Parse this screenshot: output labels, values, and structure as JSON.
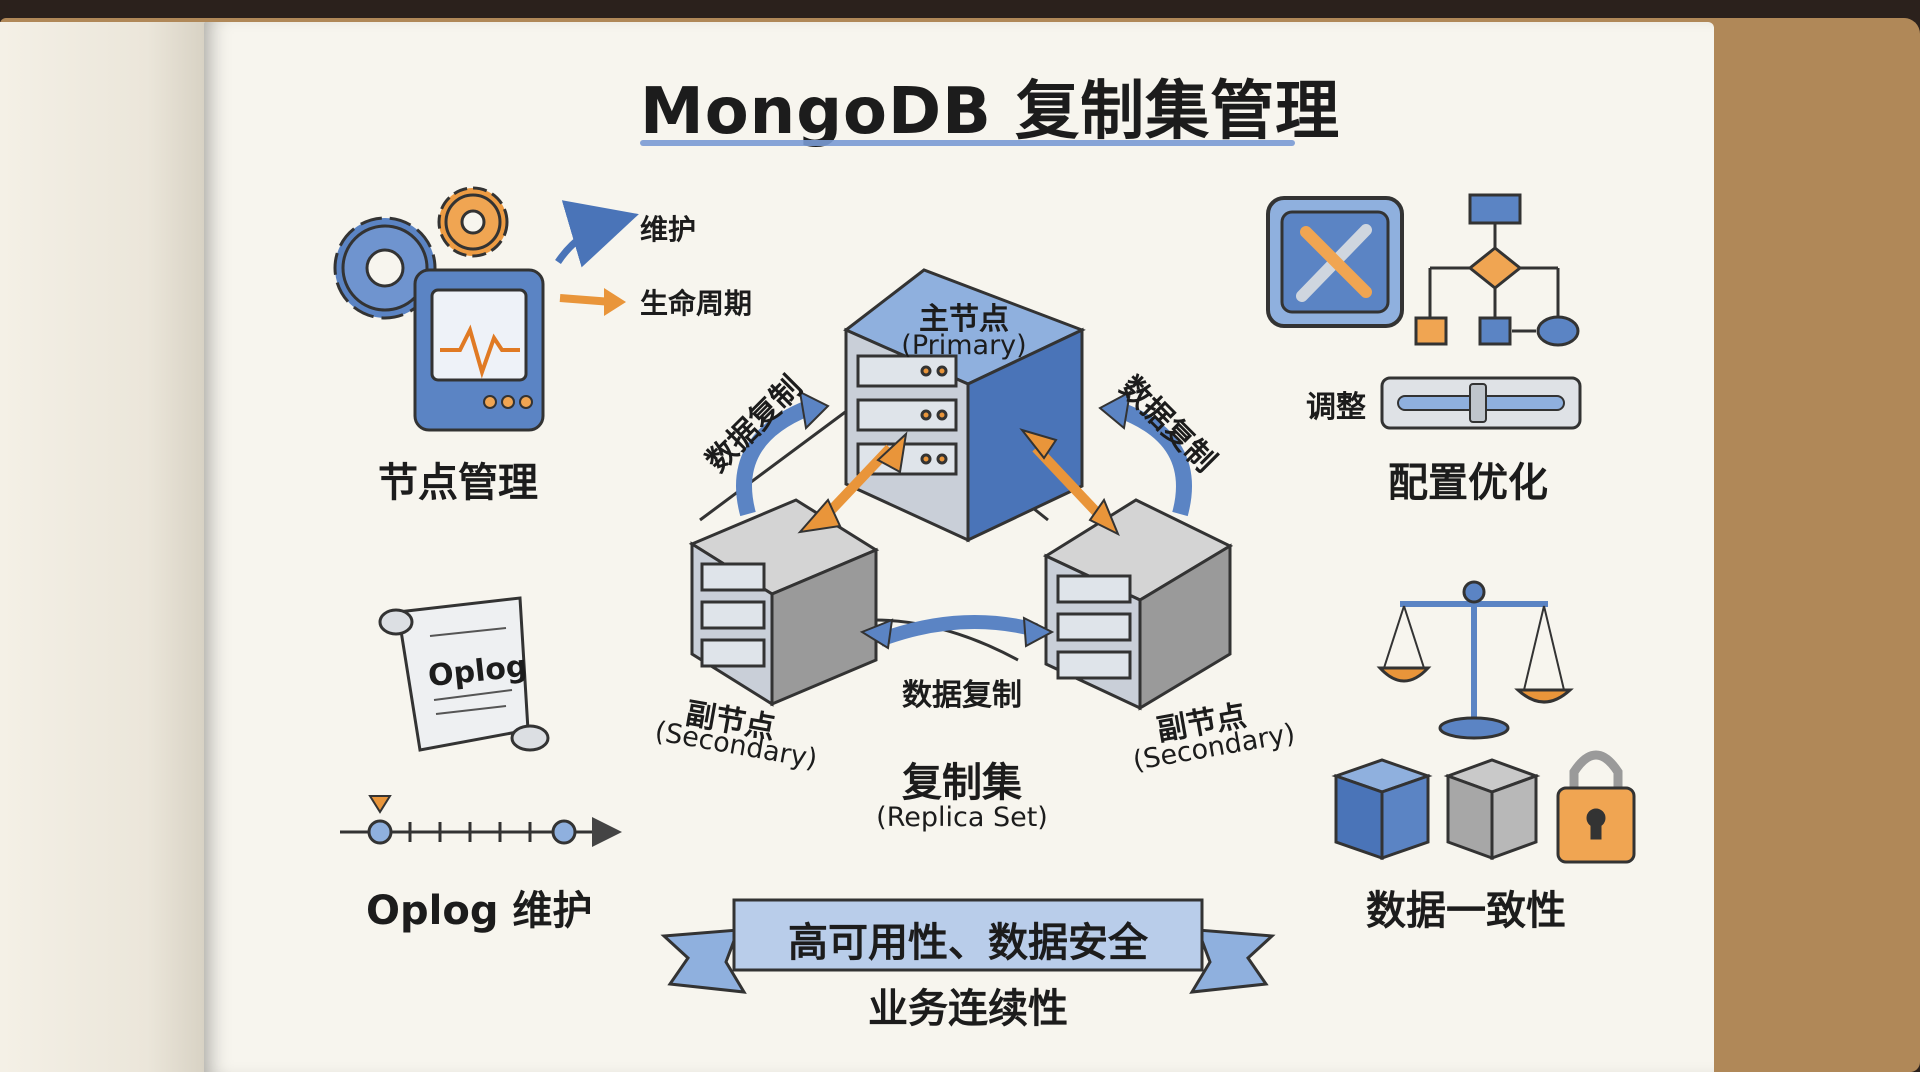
{
  "title": "MongoDB 复制集管理",
  "sections": {
    "node_management": {
      "label": "节点管理",
      "items": [
        "维护",
        "生命周期"
      ]
    },
    "config_optimization": {
      "label": "配置优化",
      "tune_label": "调整"
    },
    "oplog": {
      "scroll_text": "Oplog",
      "label": "Oplog 维护"
    },
    "consistency": {
      "label": "数据一致性"
    }
  },
  "replica_set": {
    "primary": {
      "label": "主节点",
      "sublabel": "(Primary)"
    },
    "secondary_left": {
      "label": "副节点",
      "sublabel": "(Secondary)"
    },
    "secondary_right": {
      "label": "副节点",
      "sublabel": "(Secondary)"
    },
    "replication_labels": [
      "数据复制",
      "数据复制",
      "数据复制"
    ],
    "label": "复制集",
    "sublabel": "(Replica Set)"
  },
  "banner": {
    "line1": "高可用性、数据安全",
    "line2": "业务连续性"
  },
  "colors": {
    "blue": "#4a74b8",
    "light_blue": "#8fb0de",
    "orange": "#e9953a",
    "gray": "#9a9a9a",
    "ink": "#1c1c1c"
  },
  "icons": [
    "gear-icon",
    "monitor-icon",
    "heartbeat-icon",
    "arrow-icon",
    "wrench-icon",
    "flowchart-icon",
    "slider-icon",
    "scroll-icon",
    "timeline-icon",
    "server-icon",
    "balance-scale-icon",
    "cube-icon",
    "padlock-icon",
    "ribbon-banner-icon"
  ]
}
